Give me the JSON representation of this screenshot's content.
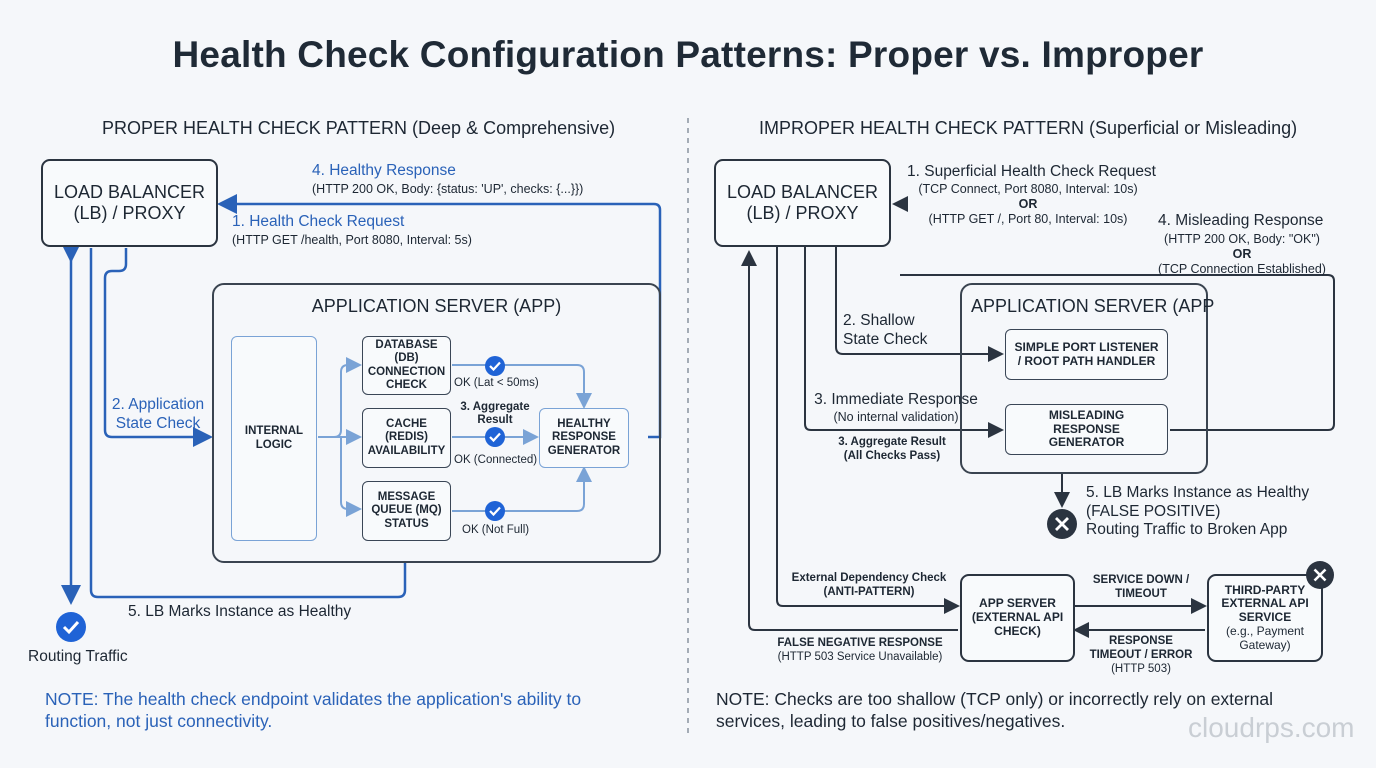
{
  "title": "Health Check Configuration Patterns: Proper vs. Improper",
  "left": {
    "heading": "PROPER HEALTH CHECK PATTERN (Deep & Comprehensive)",
    "lb_line1": "LOAD BALANCER",
    "lb_line2": "(LB) / PROXY",
    "step4_title": "4. Healthy Response",
    "step4_detail": "(HTTP 200 OK, Body: {status: 'UP', checks: {...}})",
    "step1_title": "1. Health Check Request",
    "step1_detail": "(HTTP GET /health, Port 8080, Interval: 5s)",
    "step2_line1": "2. Application",
    "step2_line2": "State Check",
    "app_title": "APPLICATION SERVER (APP)",
    "internal_logic": "INTERNAL LOGIC",
    "db_check": "DATABASE (DB) CONNECTION CHECK",
    "cache_check": "CACHE (REDIS) AVAILABILITY",
    "mq_check": "MESSAGE QUEUE (MQ) STATUS",
    "ok_db": "OK (Lat < 50ms)",
    "ok_cache": "OK (Connected)",
    "ok_mq": "OK (Not Full)",
    "step3_line1": "3. Aggregate",
    "step3_line2": "Result",
    "healthy_gen": "HEALTHY RESPONSE GENERATOR",
    "step5": "5. LB Marks Instance as Healthy",
    "routing": "Routing Traffic",
    "note": "NOTE: The health check endpoint validates the application's ability to function, not just connectivity."
  },
  "right": {
    "heading": "IMPROPER HEALTH CHECK PATTERN (Superficial or Misleading)",
    "lb_line1": "LOAD BALANCER",
    "lb_line2": "(LB) / PROXY",
    "step1_title": "1. Superficial Health Check Request",
    "step1_detail1": "(TCP Connect, Port 8080, Interval: 10s)",
    "step1_or": "OR",
    "step1_detail2": "(HTTP GET /, Port 80, Interval: 10s)",
    "step4_title": "4. Misleading Response",
    "step4_detail1": "(HTTP 200 OK, Body: \"OK\")",
    "step4_or": "OR",
    "step4_detail2": "(TCP Connection Established)",
    "app_title": "APPLICATION SERVER (APP",
    "step2_line1": "2. Shallow",
    "step2_line2": "State Check",
    "port_listener": "SIMPLE PORT LISTENER / ROOT PATH HANDLER",
    "step3_title": "3. Immediate Response",
    "step3_detail": "(No internal validation)",
    "misleading_gen": "MISLEADING RESPONSE GENERATOR",
    "agg_line1": "3. Aggregate Result",
    "agg_line2": "(All Checks Pass)",
    "step5_line1": "5. LB Marks Instance as Healthy",
    "step5_line2": "(FALSE POSITIVE)",
    "step5_line3": "Routing Traffic to Broken App",
    "ext_line1": "External Dependency Check",
    "ext_line2": "(ANTI-PATTERN)",
    "app_server_ext": "APP SERVER (EXTERNAL API CHECK)",
    "service_down": "SERVICE DOWN / TIMEOUT",
    "third_party": "THIRD-PARTY EXTERNAL API SERVICE",
    "third_party_eg": "(e.g., Payment Gateway)",
    "false_neg_line1": "FALSE NEGATIVE RESPONSE",
    "false_neg_line2": "(HTTP 503 Service Unavailable)",
    "resp_timeout_line1": "RESPONSE",
    "resp_timeout_line2": "TIMEOUT / ERROR",
    "resp_timeout_line3": "(HTTP 503)",
    "note": "NOTE: Checks are too shallow (TCP only) or incorrectly rely on external services, leading to false positives/negatives."
  },
  "watermark": "cloudrps.com",
  "colors": {
    "blue": "#2a62b8",
    "dark": "#2b3440",
    "check_blue": "#1f63d6",
    "x_dark": "#2b3440"
  },
  "icons": [
    "check-circle-icon",
    "x-circle-icon"
  ]
}
